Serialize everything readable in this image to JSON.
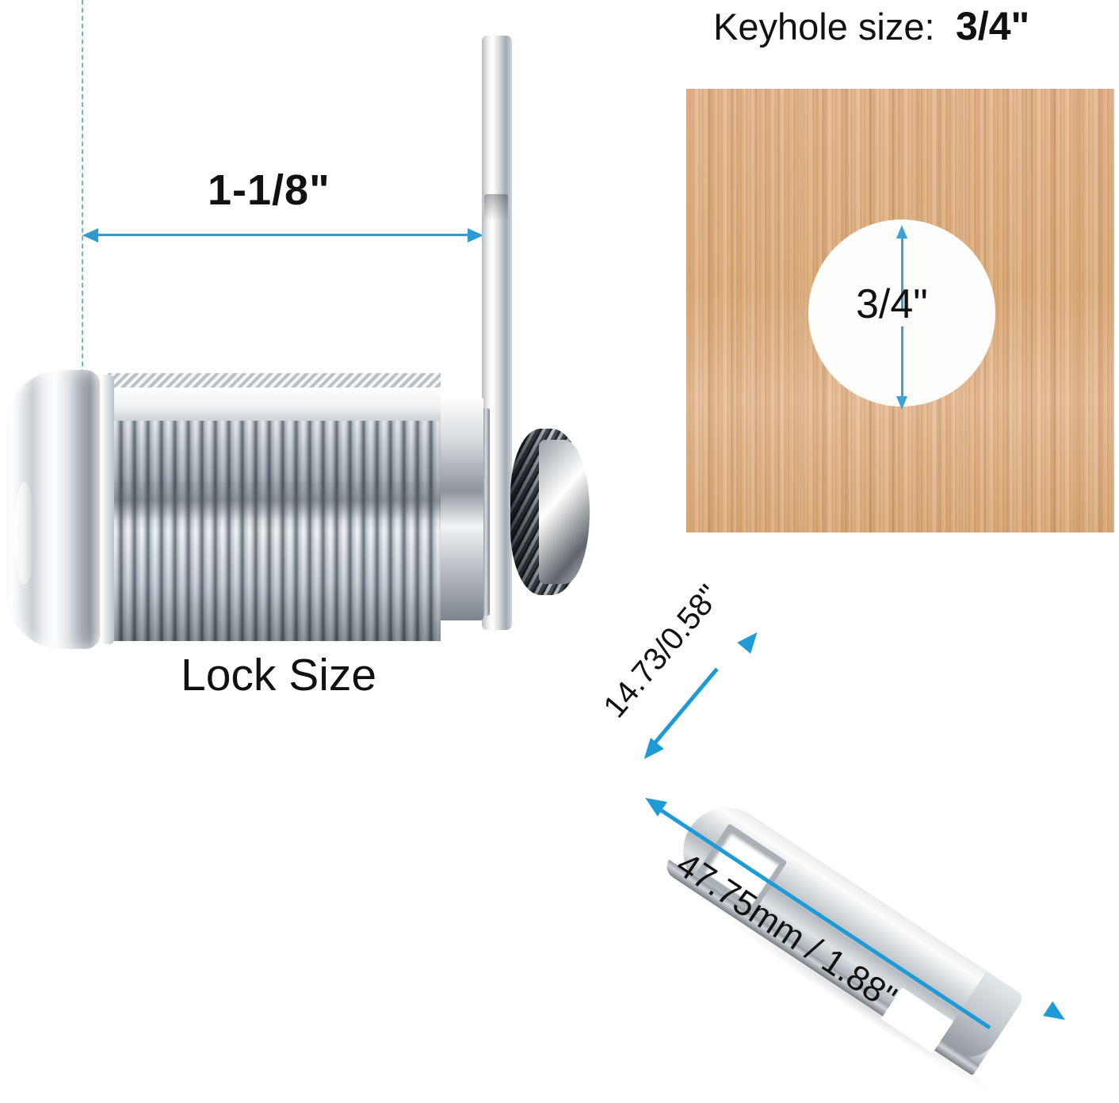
{
  "product": {
    "name": "cam lock",
    "panels": [
      "lock-size-panel",
      "keyhole-panel",
      "cam-bar-panel"
    ]
  },
  "lock_panel": {
    "width_dimension": "1-1/8\"",
    "caption": "Lock Size",
    "parts": [
      "dome-cap",
      "threaded-barrel",
      "nut",
      "washer",
      "cam-plate",
      "star-washer"
    ]
  },
  "keyhole_panel": {
    "heading_prefix": "Keyhole size:",
    "heading_value": "3/4\"",
    "hole_dimension": "3/4\"",
    "surface": "wood-panel"
  },
  "cam_panel": {
    "thickness_dimension": "14.73/0.58\"",
    "length_dimension": "47.75mm / 1.88\"",
    "part": "cam-bar"
  },
  "colors": {
    "background": "#ffffff",
    "dimension_arrow": "#2E9BD0",
    "dimension_arrow_alt": "#1E9BD7",
    "guide_line": "#6fb6cf",
    "wood": "#dca873",
    "keyhole_fill": "#fdfdfb",
    "metal_light": "#f2f4f6",
    "metal_dark": "#7d848b",
    "text": "#111111"
  }
}
